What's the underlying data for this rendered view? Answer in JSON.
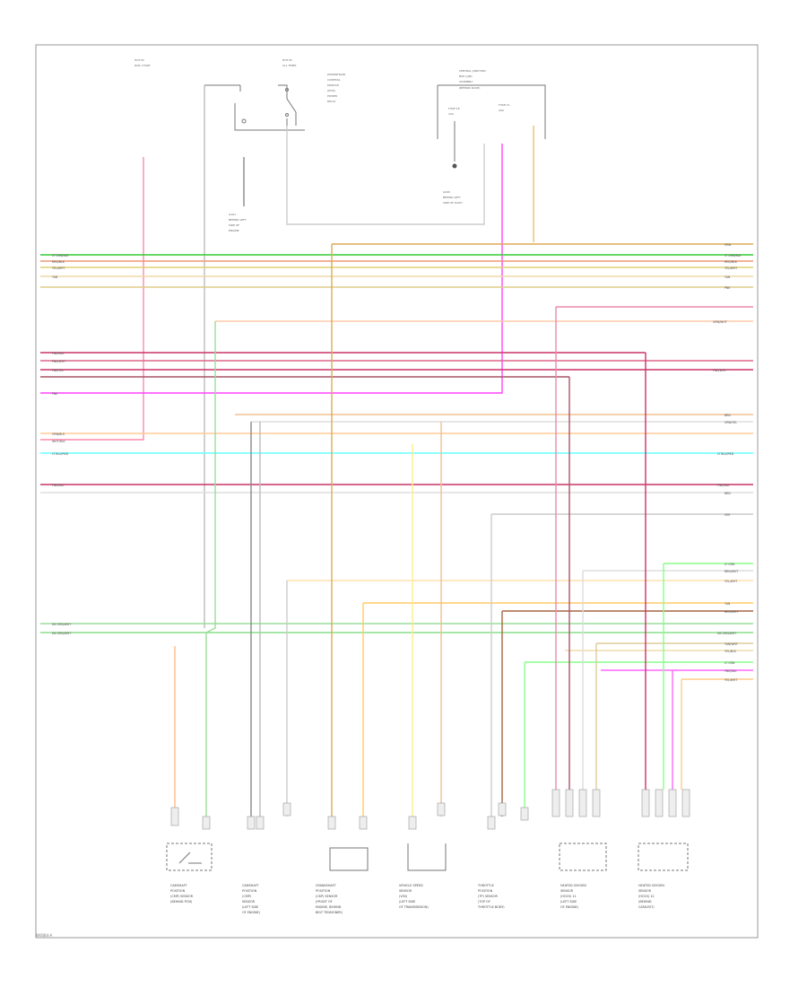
{
  "footer_code": "W0084-A",
  "top_components": {
    "hot_in_run_left": [
      "HOT IN",
      "RUN, START"
    ],
    "hot_in_run_right": [
      "HOT IN",
      "ALL TIMES"
    ],
    "relay_note": [
      "POWERTRAIN",
      "CONTROL",
      "MODULE",
      "(PCM)",
      "POWER",
      "RELAY"
    ],
    "fuse_box": [
      "CENTRAL JUNCTION",
      "BOX (CJB)",
      "ASSEMBLY",
      "(BEHIND DASH)"
    ],
    "fuse_left": [
      "FUSE 18",
      "15A"
    ],
    "fuse_right": [
      "FUSE 21",
      "20A"
    ],
    "ground_left": [
      "G101",
      "BEHIND LEFT",
      "SIDE OF",
      "ENGINE"
    ],
    "ground_right": [
      "G200",
      "BEHIND LEFT",
      "SIDE OF DASH"
    ]
  },
  "left_wire_labels": [
    "LT GRN/BLK",
    "RED/BLK",
    "YEL/WHT",
    "TAN",
    "PNK/BLK",
    "PNK/WHT",
    "PNK/YEL",
    "PNK",
    "ORN/BLK",
    "WHT/BLK",
    "LT BLU/RED",
    "PNK/BLK",
    "DK GRN/WHT",
    "DK GRN/WHT"
  ],
  "right_wire_labels": [
    "GRN",
    "LT GRN/BLK",
    "RED/BLK",
    "YEL/WHT",
    "TAN",
    "PNK",
    "GRN/WHT",
    "PNK/WHT",
    "BRN",
    "GRN/YEL",
    "LT BLU/RED",
    "PNK/BLK",
    "BRN",
    "GRY",
    "LT GRN",
    "BRN/WHT",
    "YEL/WHT",
    "TAN",
    "BRN/WHT",
    "DK GRN/WHT",
    "TAN/WHT",
    "YEL/BLK",
    "LT GRN",
    "PNK/BLK",
    "YEL/WHT"
  ],
  "bottom_components": [
    {
      "name": [
        "CAMSHAFT",
        "POSITION",
        "(CMP) SENSOR",
        "(BEHIND PCM)"
      ]
    },
    {
      "name": [
        "CAMSHAFT",
        "POSITION",
        "(CMP)",
        "SENSOR",
        "(LEFT SIDE",
        "OF ENGINE)"
      ]
    },
    {
      "name": [
        "CRANKSHAFT",
        "POSITION",
        "(CKP) SENSOR",
        "(FRONT OF",
        "ENGINE, BEHIND",
        "BELT TENSIONER)"
      ]
    },
    {
      "name": [
        "VEHICLE SPEED",
        "SENSOR",
        "(VSS)",
        "(LEFT SIDE",
        "OF TRANSMISSION)"
      ]
    },
    {
      "name": [
        "THROTTLE",
        "POSITION",
        "(TP) SENSOR",
        "(TOP OF",
        "THROTTLE BODY)"
      ]
    },
    {
      "name": [
        "HEATED OXYGEN",
        "SENSOR",
        "(HO2S) 11",
        "(LEFT SIDE",
        "OF ENGINE)"
      ]
    },
    {
      "name": [
        "HEATED OXYGEN",
        "SENSOR",
        "(HO2S) 12",
        "(BEHIND",
        "CATALYST)"
      ]
    }
  ]
}
